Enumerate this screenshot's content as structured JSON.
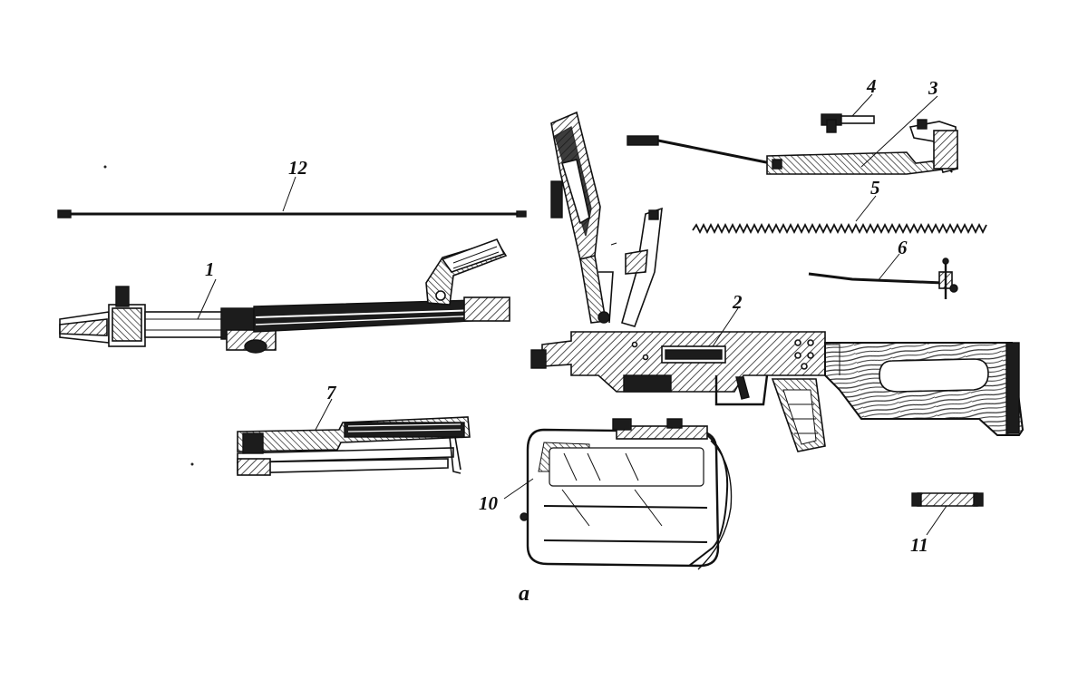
{
  "figure": {
    "caption": "a",
    "part_labels": {
      "p1": "1",
      "p2": "2",
      "p3": "3",
      "p4": "4",
      "p5": "5",
      "p6": "6",
      "p7": "7",
      "p10": "10",
      "p11": "11",
      "p12": "12"
    }
  }
}
